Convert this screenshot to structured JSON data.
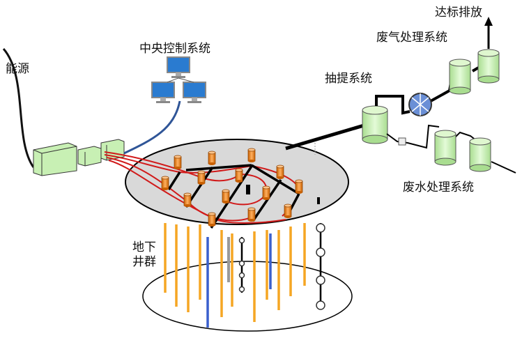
{
  "labels": {
    "energy": "能源",
    "central_control": "中央控制系统",
    "extraction": "抽提系统",
    "gas_treatment": "废气处理系统",
    "discharge": "达标排放",
    "water_treatment": "废水处理系统",
    "wells_line1": "地下",
    "wells_line2": "井群"
  },
  "colors": {
    "well": "#f28c1e",
    "pipe_red": "#d11a1a",
    "pipe_black": "#000000",
    "disk": "#d9d9d9",
    "tank": "#c8f0b4",
    "cable_blue": "#2f5597",
    "probe_orange": "#f5a623",
    "probe_blue": "#3a5fcd"
  }
}
